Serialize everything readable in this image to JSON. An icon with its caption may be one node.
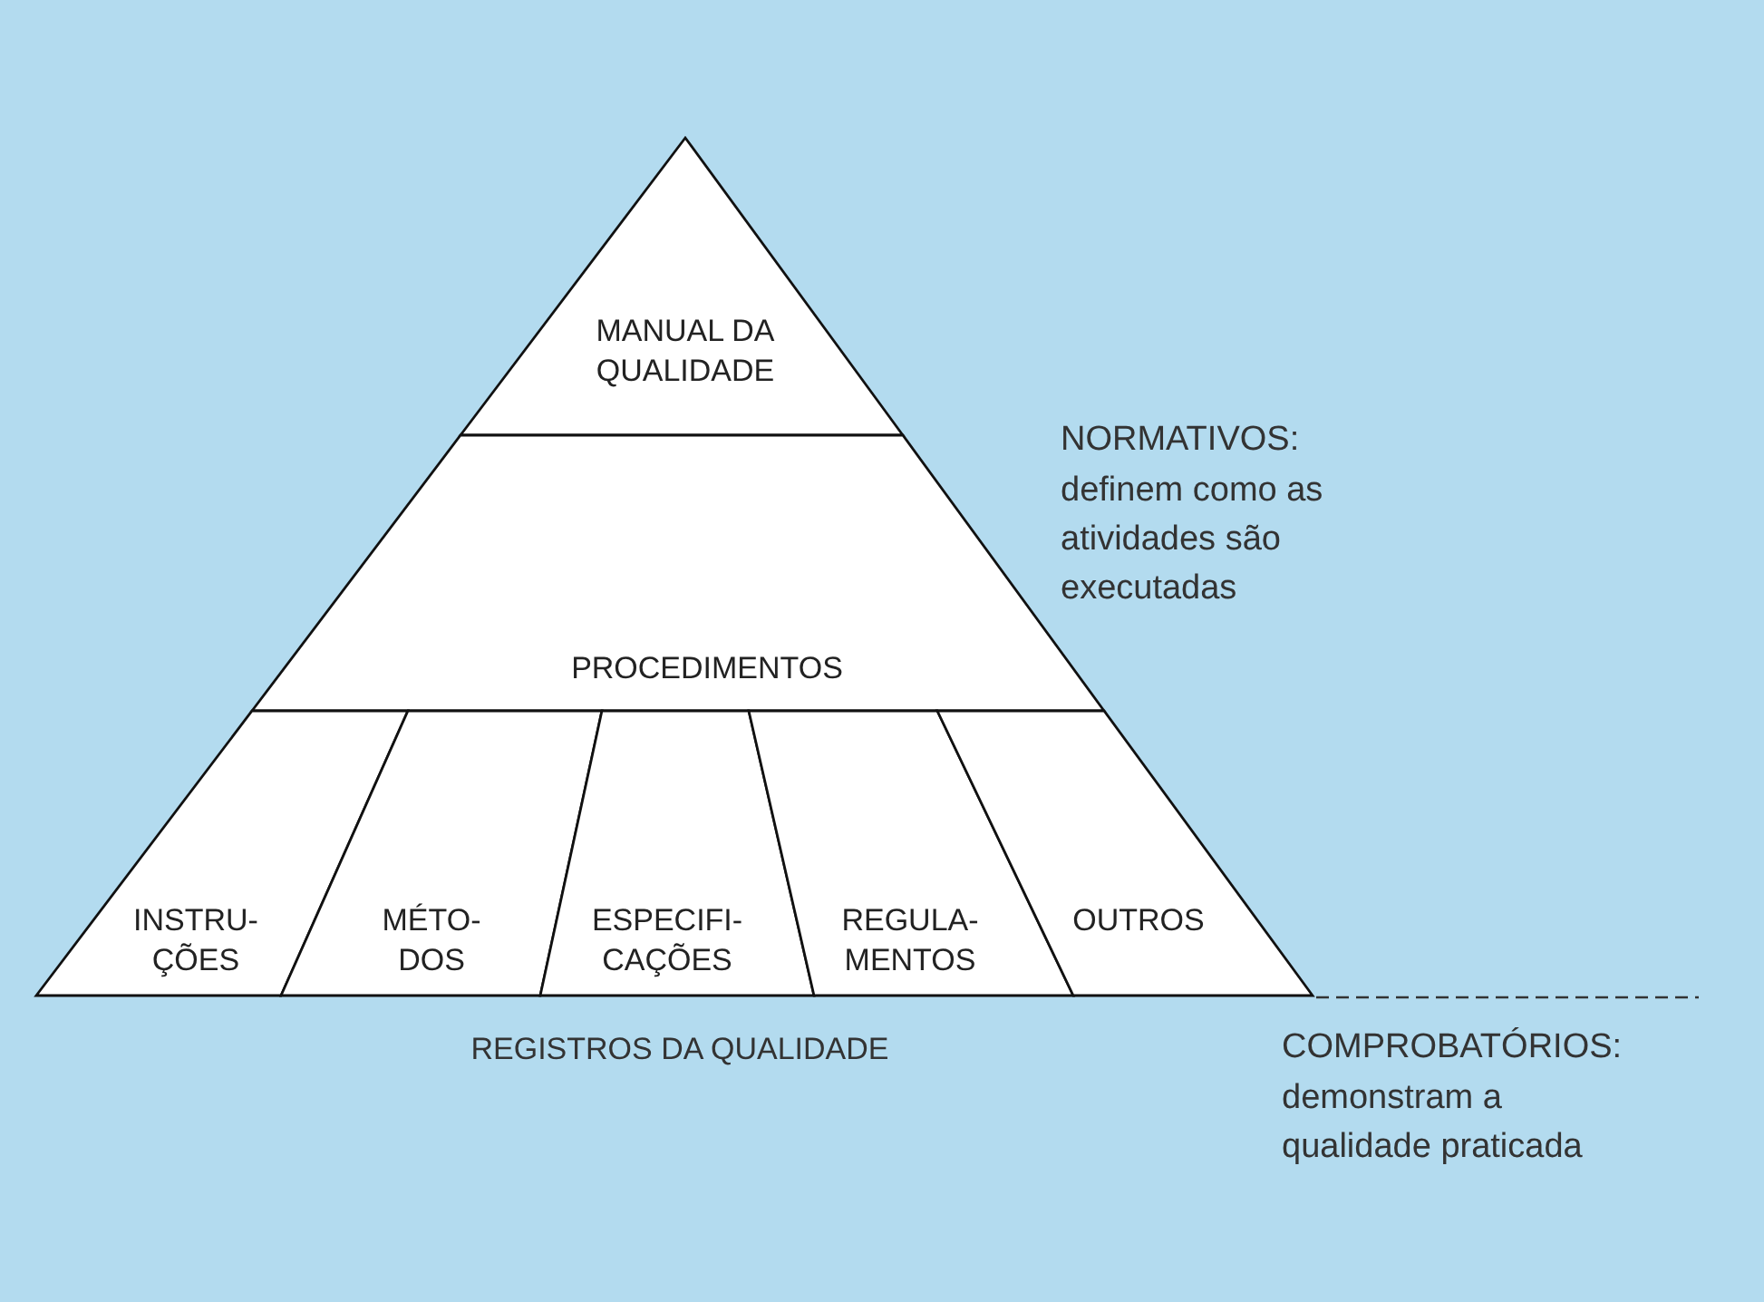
{
  "diagram": {
    "nodes": [
      {
        "text": [
          "MANUAL DA QUALIDADE"
        ]
      },
      {
        "text": [
          "PROCEDIMENTOS"
        ]
      },
      {
        "text": [
          "INSTRU- ÇÕES"
        ]
      },
      {
        "text": [
          "MÉTO- DOS"
        ]
      },
      {
        "text": [
          "ESPECIFI- CAÇÕES"
        ]
      },
      {
        "text": [
          "REGULA- MENTOS"
        ]
      },
      {
        "text": [
          "OUTROS"
        ]
      }
    ],
    "labels": [
      "NORMATIVOS:",
      "definem como as atividades são executadas",
      "REGISTROS DA QUALIDADE",
      "COMPROBATÓRIOS:",
      "demonstram a qualidade praticada"
    ]
  }
}
